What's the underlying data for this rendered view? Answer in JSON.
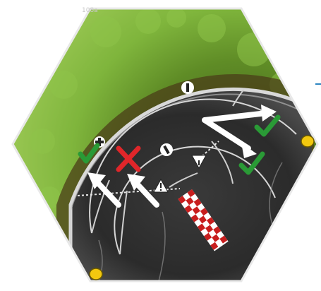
{
  "tile": {
    "number": "108a",
    "colors": {
      "grass": "#5f9a2a",
      "grass_light": "#86bf43",
      "dirt": "#5a4a1e",
      "asphalt": "#2b2b2b",
      "border": "#d9d9d9",
      "valid": "#2a9a36",
      "invalid": "#e0262a",
      "arrow": "#ffffff",
      "peg": "#f2c80f",
      "checker_red": "#c81e1e",
      "accent": "#2e86c1"
    }
  },
  "lanes": [
    {
      "name": "outer-lane",
      "marker": "1"
    },
    {
      "name": "middle-lane",
      "marker": "1"
    },
    {
      "name": "inner-lane",
      "marker": "+"
    }
  ],
  "moves": [
    {
      "name": "outer-lane-move-up",
      "valid": true,
      "icon": "checkmark-icon"
    },
    {
      "name": "outer-lane-move-down",
      "valid": true,
      "icon": "checkmark-icon"
    },
    {
      "name": "middle-lane-move",
      "valid": false,
      "icon": "cross-icon"
    },
    {
      "name": "inner-lane-move",
      "valid": true,
      "icon": "checkmark-icon"
    }
  ],
  "warnings": [
    {
      "name": "warning-sign-inner",
      "icon": "warning-triangle-icon"
    },
    {
      "name": "warning-sign-outer",
      "icon": "warning-triangle-icon"
    }
  ],
  "pegs": [
    {
      "name": "peg-right",
      "icon": "yellow-peg-icon"
    },
    {
      "name": "peg-bottom-left",
      "icon": "yellow-peg-icon"
    }
  ]
}
